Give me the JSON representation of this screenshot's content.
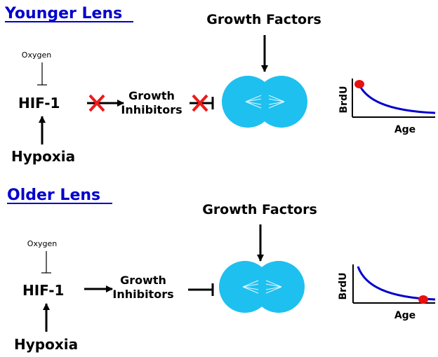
{
  "colors": {
    "heading": "#0000cc",
    "cell_fill": "#1ec0ef",
    "curve": "#0000cc",
    "point": "#e81010",
    "block_mark": "#ee1a1a"
  },
  "panels": [
    {
      "heading": "Younger Lens",
      "growth_factors": "Growth Factors",
      "oxygen": "Oxygen",
      "hif": "HIF-1",
      "hypoxia": "Hypoxia",
      "inhibitors_line1": "Growth",
      "inhibitors_line2": "Inhibitors",
      "pathway_blocked": true,
      "graph": {
        "ylabel": "BrdU",
        "xlabel": "Age",
        "point_position": "start"
      }
    },
    {
      "heading": "Older Lens",
      "growth_factors": "Growth Factors",
      "oxygen": "Oxygen",
      "hif": "HIF-1",
      "hypoxia": "Hypoxia",
      "inhibitors_line1": "Growth",
      "inhibitors_line2": "Inhibitors",
      "pathway_blocked": false,
      "graph": {
        "ylabel": "BrdU",
        "xlabel": "Age",
        "point_position": "end"
      }
    }
  ]
}
